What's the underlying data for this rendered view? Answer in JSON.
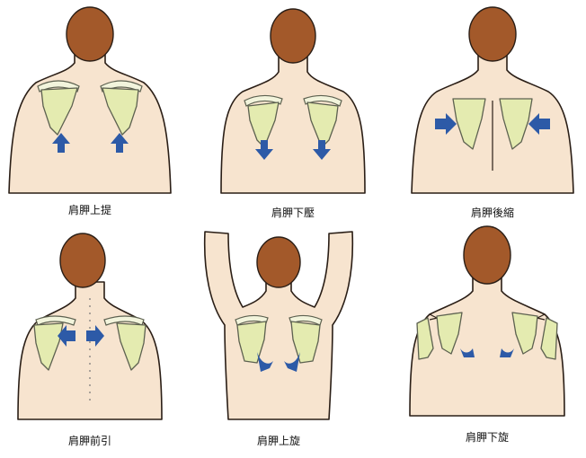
{
  "panels": [
    {
      "id": "elevation",
      "label": "肩胛上提"
    },
    {
      "id": "depression",
      "label": "肩胛下壓"
    },
    {
      "id": "retraction",
      "label": "肩胛後縮"
    },
    {
      "id": "protraction",
      "label": "肩胛前引"
    },
    {
      "id": "upward-rotation",
      "label": "肩胛上旋"
    },
    {
      "id": "downward-rotation",
      "label": "肩胛下旋"
    }
  ],
  "colors": {
    "skin": "#f7e4cf",
    "hair": "#a3592a",
    "bone": "#e4ebb0",
    "arrow": "#2d5aa7"
  }
}
